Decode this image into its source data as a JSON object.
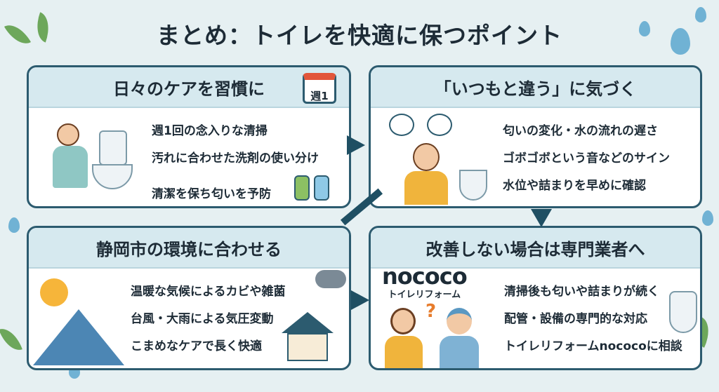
{
  "title": "まとめ：トイレを快適に保つポイント",
  "panels": [
    {
      "heading": "日々のケアを習慣に",
      "badge": "週1",
      "items": [
        "週1回の念入りな清掃",
        "汚れに合わせた洗剤の使い分け",
        "清潔を保ち匂いを予防"
      ]
    },
    {
      "heading": "「いつもと違う」に気づく",
      "items": [
        "匂いの変化・水の流れの遅さ",
        "ゴボゴボという音などのサイン",
        "水位や詰まりを早めに確認"
      ]
    },
    {
      "heading": "静岡市の環境に合わせる",
      "items": [
        "温暖な気候によるカビや雑菌",
        "台風・大雨による気圧変動",
        "こまめなケアで長く快適"
      ]
    },
    {
      "heading": "改善しない場合は専門業者へ",
      "logo": "nococo",
      "logo_sub": "トイレリフォーム",
      "items": [
        "清掃後も匂いや詰まりが続く",
        "配管・設備の専門的な対応",
        "トイレリフォームnococoに相談"
      ]
    }
  ],
  "colors": {
    "border": "#2c5b6f",
    "header": "#d6e9ef",
    "bg": "#e6f0f2"
  }
}
